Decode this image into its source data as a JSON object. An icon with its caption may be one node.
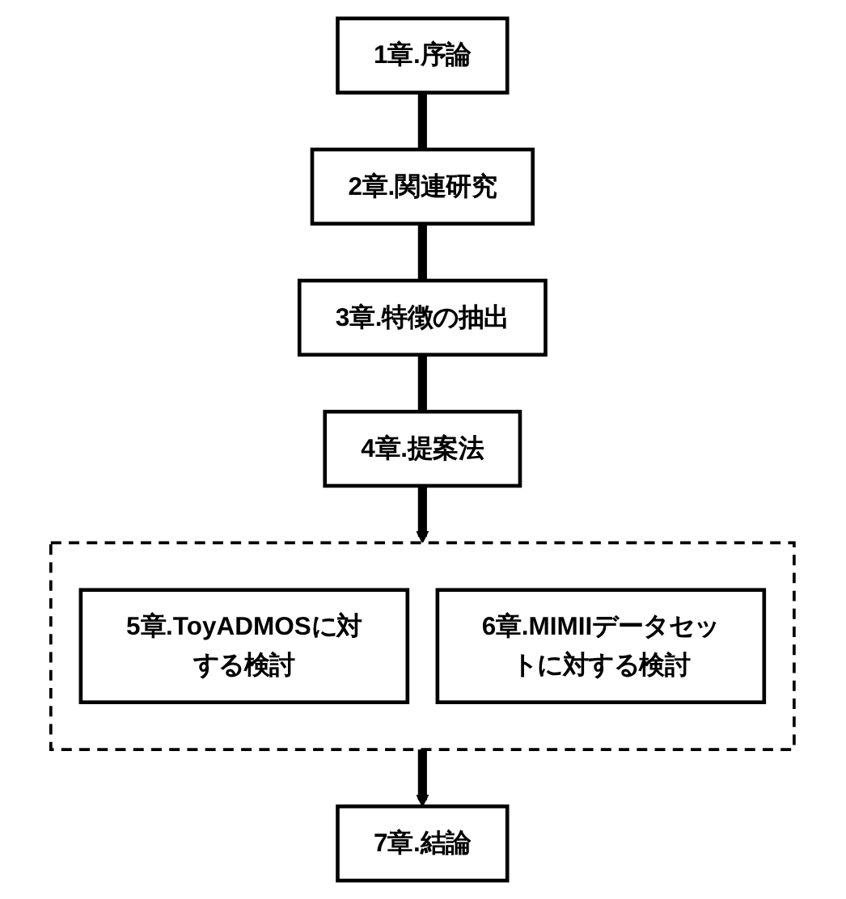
{
  "diagram": {
    "nodes": [
      {
        "text": [
          "1章.序論"
        ]
      },
      {
        "text": [
          "2章.関連研究"
        ]
      },
      {
        "text": [
          "3章.特徴の抽出"
        ]
      },
      {
        "text": [
          "4章.提案法"
        ]
      },
      {
        "text": [],
        "shape": "box"
      },
      {
        "text": [
          "5章.ToyADMOSに対する検討"
        ],
        "in": 4
      },
      {
        "text": [
          "6章.MIMIIデータセットに対する検討"
        ],
        "in": 4
      },
      {
        "text": [
          "7章.結論"
        ]
      }
    ],
    "edges": [
      {
        "from": 0,
        "to": 1,
        "arrow": "none"
      },
      {
        "from": 1,
        "to": 2,
        "arrow": "none"
      },
      {
        "from": 2,
        "to": 3,
        "arrow": "none"
      },
      {
        "from": 3,
        "to": 4,
        "arrow": "to"
      },
      {
        "from": 4,
        "to": 7,
        "arrow": "to"
      }
    ]
  }
}
